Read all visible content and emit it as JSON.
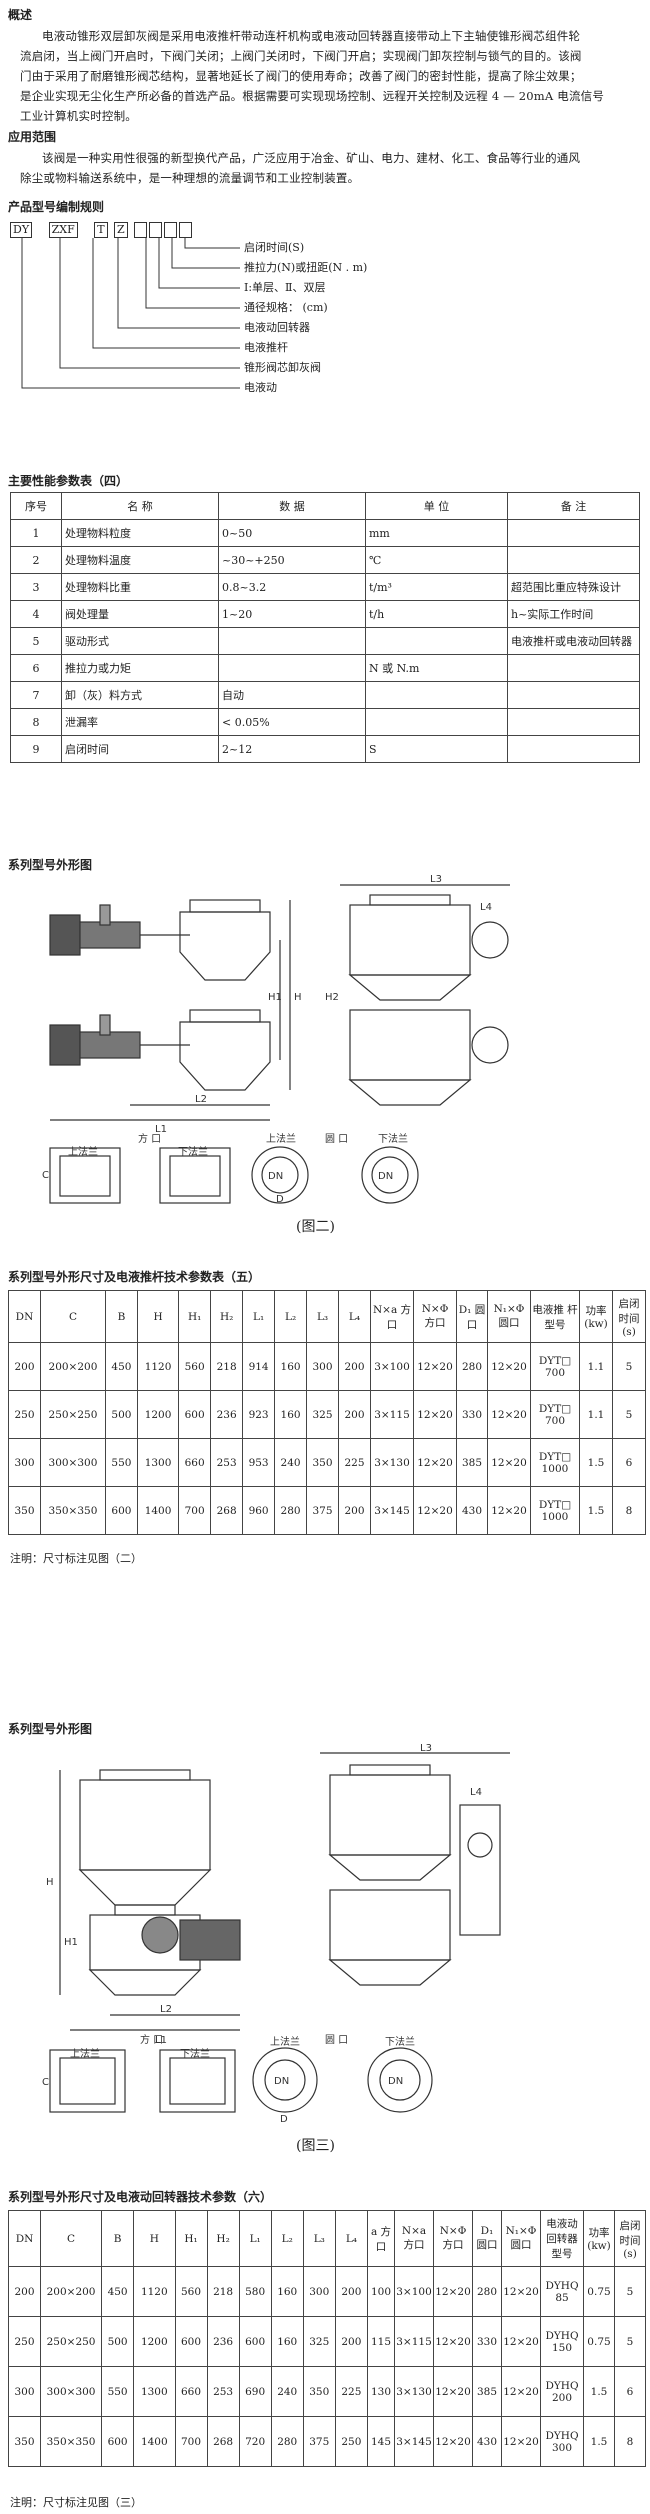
{
  "overview": {
    "heading": "概述",
    "lines": [
      "电液动锥形双层卸灰阀是采用电液推杆带动连杆机构或电液动回转器直接带动上下主轴使锥形阀芯组件轮",
      "流启闭，当上阀门开启时，下阀门关闭；上阀门关闭时，下阀门开启；实现阀门卸灰控制与锁气的目的。该阀",
      "门由于采用了耐磨锥形阀芯结构，显著地延长了阀门的使用寿命；改善了阀门的密封性能，提高了除尘效果；",
      "是企业实现无尘化生产所必备的首选产品。根据需要可实现现场控制、远程开关控制及远程 4 — 20mA 电流信号",
      "工业计算机实时控制。"
    ]
  },
  "application": {
    "heading": "应用范围",
    "lines": [
      "该阀是一种实用性很强的新型换代产品，广泛应用于冶金、矿山、电力、建材、化工、食品等行业的通风",
      "除尘或物料输送系统中，是一种理想的流量调节和工业控制装置。"
    ]
  },
  "model_code": {
    "heading": "产品型号编制规则",
    "boxes": [
      "DY",
      "ZXF",
      "T",
      "Z"
    ],
    "labels": [
      "启闭时间(S)",
      "推拉力(N)或扭距(N . m)",
      "Ⅰ:单层、Ⅱ、双层",
      "通径规格：   (cm)",
      "电液动回转器",
      "电液推杆",
      "锥形阀芯卸灰阀",
      "电液动"
    ]
  },
  "perf_table": {
    "heading": "主要性能参数表（四）",
    "headers": [
      "序号",
      "名    称",
      "数       据",
      "单     位",
      "备      注"
    ],
    "rows": [
      [
        "1",
        "处理物料粒度",
        "0~50",
        "mm",
        ""
      ],
      [
        "2",
        "处理物料温度",
        "~30~+250",
        "℃",
        ""
      ],
      [
        "3",
        "处理物料比重",
        "0.8~3.2",
        "t/m³",
        "超范围比重应特殊设计"
      ],
      [
        "4",
        "阀处理量",
        "1~20",
        "t/h",
        "h~实际工作时间"
      ],
      [
        "5",
        "驱动形式",
        "",
        "",
        "电液推杆或电液动回转器"
      ],
      [
        "6",
        "推拉力或力矩",
        "",
        "N 或 N.m",
        ""
      ],
      [
        "7",
        "卸（灰）料方式",
        "自动",
        "",
        ""
      ],
      [
        "8",
        "泄漏率",
        "< 0.05%",
        "",
        ""
      ],
      [
        "9",
        "启闭时间",
        "2~12",
        "S",
        ""
      ]
    ]
  },
  "fig2": {
    "heading": "系列型号外形图",
    "caption": "(图二)",
    "labels": {
      "l1": "L1",
      "l2": "L2",
      "l3": "L3",
      "l4": "L4",
      "h": "H",
      "h1": "H1",
      "h2": "H2",
      "c": "C",
      "dn": "DN",
      "fang": "方    口",
      "yuan": "圆    口",
      "shang": "上法兰",
      "xia": "下法兰",
      "d": "D"
    }
  },
  "spec5": {
    "heading": "系列型号外形尺寸及电液推杆技术参数表（五）",
    "headers": [
      "DN",
      "C",
      "B",
      "H",
      "H₁",
      "H₂",
      "L₁",
      "L₂",
      "L₃",
      "L₄",
      "N×a 方口",
      "N×Φ 方口",
      "D₁ 圆口",
      "N₁×Φ 圆口",
      "电液推 杆型号",
      "功率 (kw)",
      "启闭 时间 (s)"
    ],
    "rows": [
      [
        "200",
        "200×200",
        "450",
        "1120",
        "560",
        "218",
        "914",
        "160",
        "300",
        "200",
        "3×100",
        "12×20",
        "280",
        "12×20",
        "DYT□ 700",
        "1.1",
        "5"
      ],
      [
        "250",
        "250×250",
        "500",
        "1200",
        "600",
        "236",
        "923",
        "160",
        "325",
        "200",
        "3×115",
        "12×20",
        "330",
        "12×20",
        "DYT□ 700",
        "1.1",
        "5"
      ],
      [
        "300",
        "300×300",
        "550",
        "1300",
        "660",
        "253",
        "953",
        "240",
        "350",
        "225",
        "3×130",
        "12×20",
        "385",
        "12×20",
        "DYT□ 1000",
        "1.5",
        "6"
      ],
      [
        "350",
        "350×350",
        "600",
        "1400",
        "700",
        "268",
        "960",
        "280",
        "375",
        "200",
        "3×145",
        "12×20",
        "430",
        "12×20",
        "DYT□ 1000",
        "1.5",
        "8"
      ]
    ],
    "note": "注明：尺寸标注见图（二）"
  },
  "fig3": {
    "heading": "系列型号外形图",
    "caption": "(图三)",
    "labels": {
      "l1": "L1",
      "l2": "L2",
      "l3": "L3",
      "l4": "L4",
      "h": "H",
      "h1": "H1",
      "c": "C",
      "dn": "DN",
      "fang": "方    口",
      "yuan": "圆    口",
      "shang": "上法兰",
      "xia": "下法兰",
      "d": "D"
    }
  },
  "spec6": {
    "heading": "系列型号外形尺寸及电液动回转器技术参数（六）",
    "headers": [
      "DN",
      "C",
      "B",
      "H",
      "H₁",
      "H₂",
      "L₁",
      "L₂",
      "L₃",
      "L₄",
      "a 方口",
      "N×a 方口",
      "N×Φ 方口",
      "D₁ 圆口",
      "N₁×Φ 圆口",
      "电液动 回转器 型号",
      "功率 (kw)",
      "启闭 时间 (s)"
    ],
    "rows": [
      [
        "200",
        "200×200",
        "450",
        "1120",
        "560",
        "218",
        "580",
        "160",
        "300",
        "200",
        "100",
        "3×100",
        "12×20",
        "280",
        "12×20",
        "DYHQ 85",
        "0.75",
        "5"
      ],
      [
        "250",
        "250×250",
        "500",
        "1200",
        "600",
        "236",
        "600",
        "160",
        "325",
        "200",
        "115",
        "3×115",
        "12×20",
        "330",
        "12×20",
        "DYHQ 150",
        "0.75",
        "5"
      ],
      [
        "300",
        "300×300",
        "550",
        "1300",
        "660",
        "253",
        "690",
        "240",
        "350",
        "225",
        "130",
        "3×130",
        "12×20",
        "385",
        "12×20",
        "DYHQ 200",
        "1.5",
        "6"
      ],
      [
        "350",
        "350×350",
        "600",
        "1400",
        "700",
        "268",
        "720",
        "280",
        "375",
        "250",
        "145",
        "3×145",
        "12×20",
        "430",
        "12×20",
        "DYHQ 300",
        "1.5",
        "8"
      ]
    ],
    "note": "注明：尺寸标注见图（三）"
  }
}
